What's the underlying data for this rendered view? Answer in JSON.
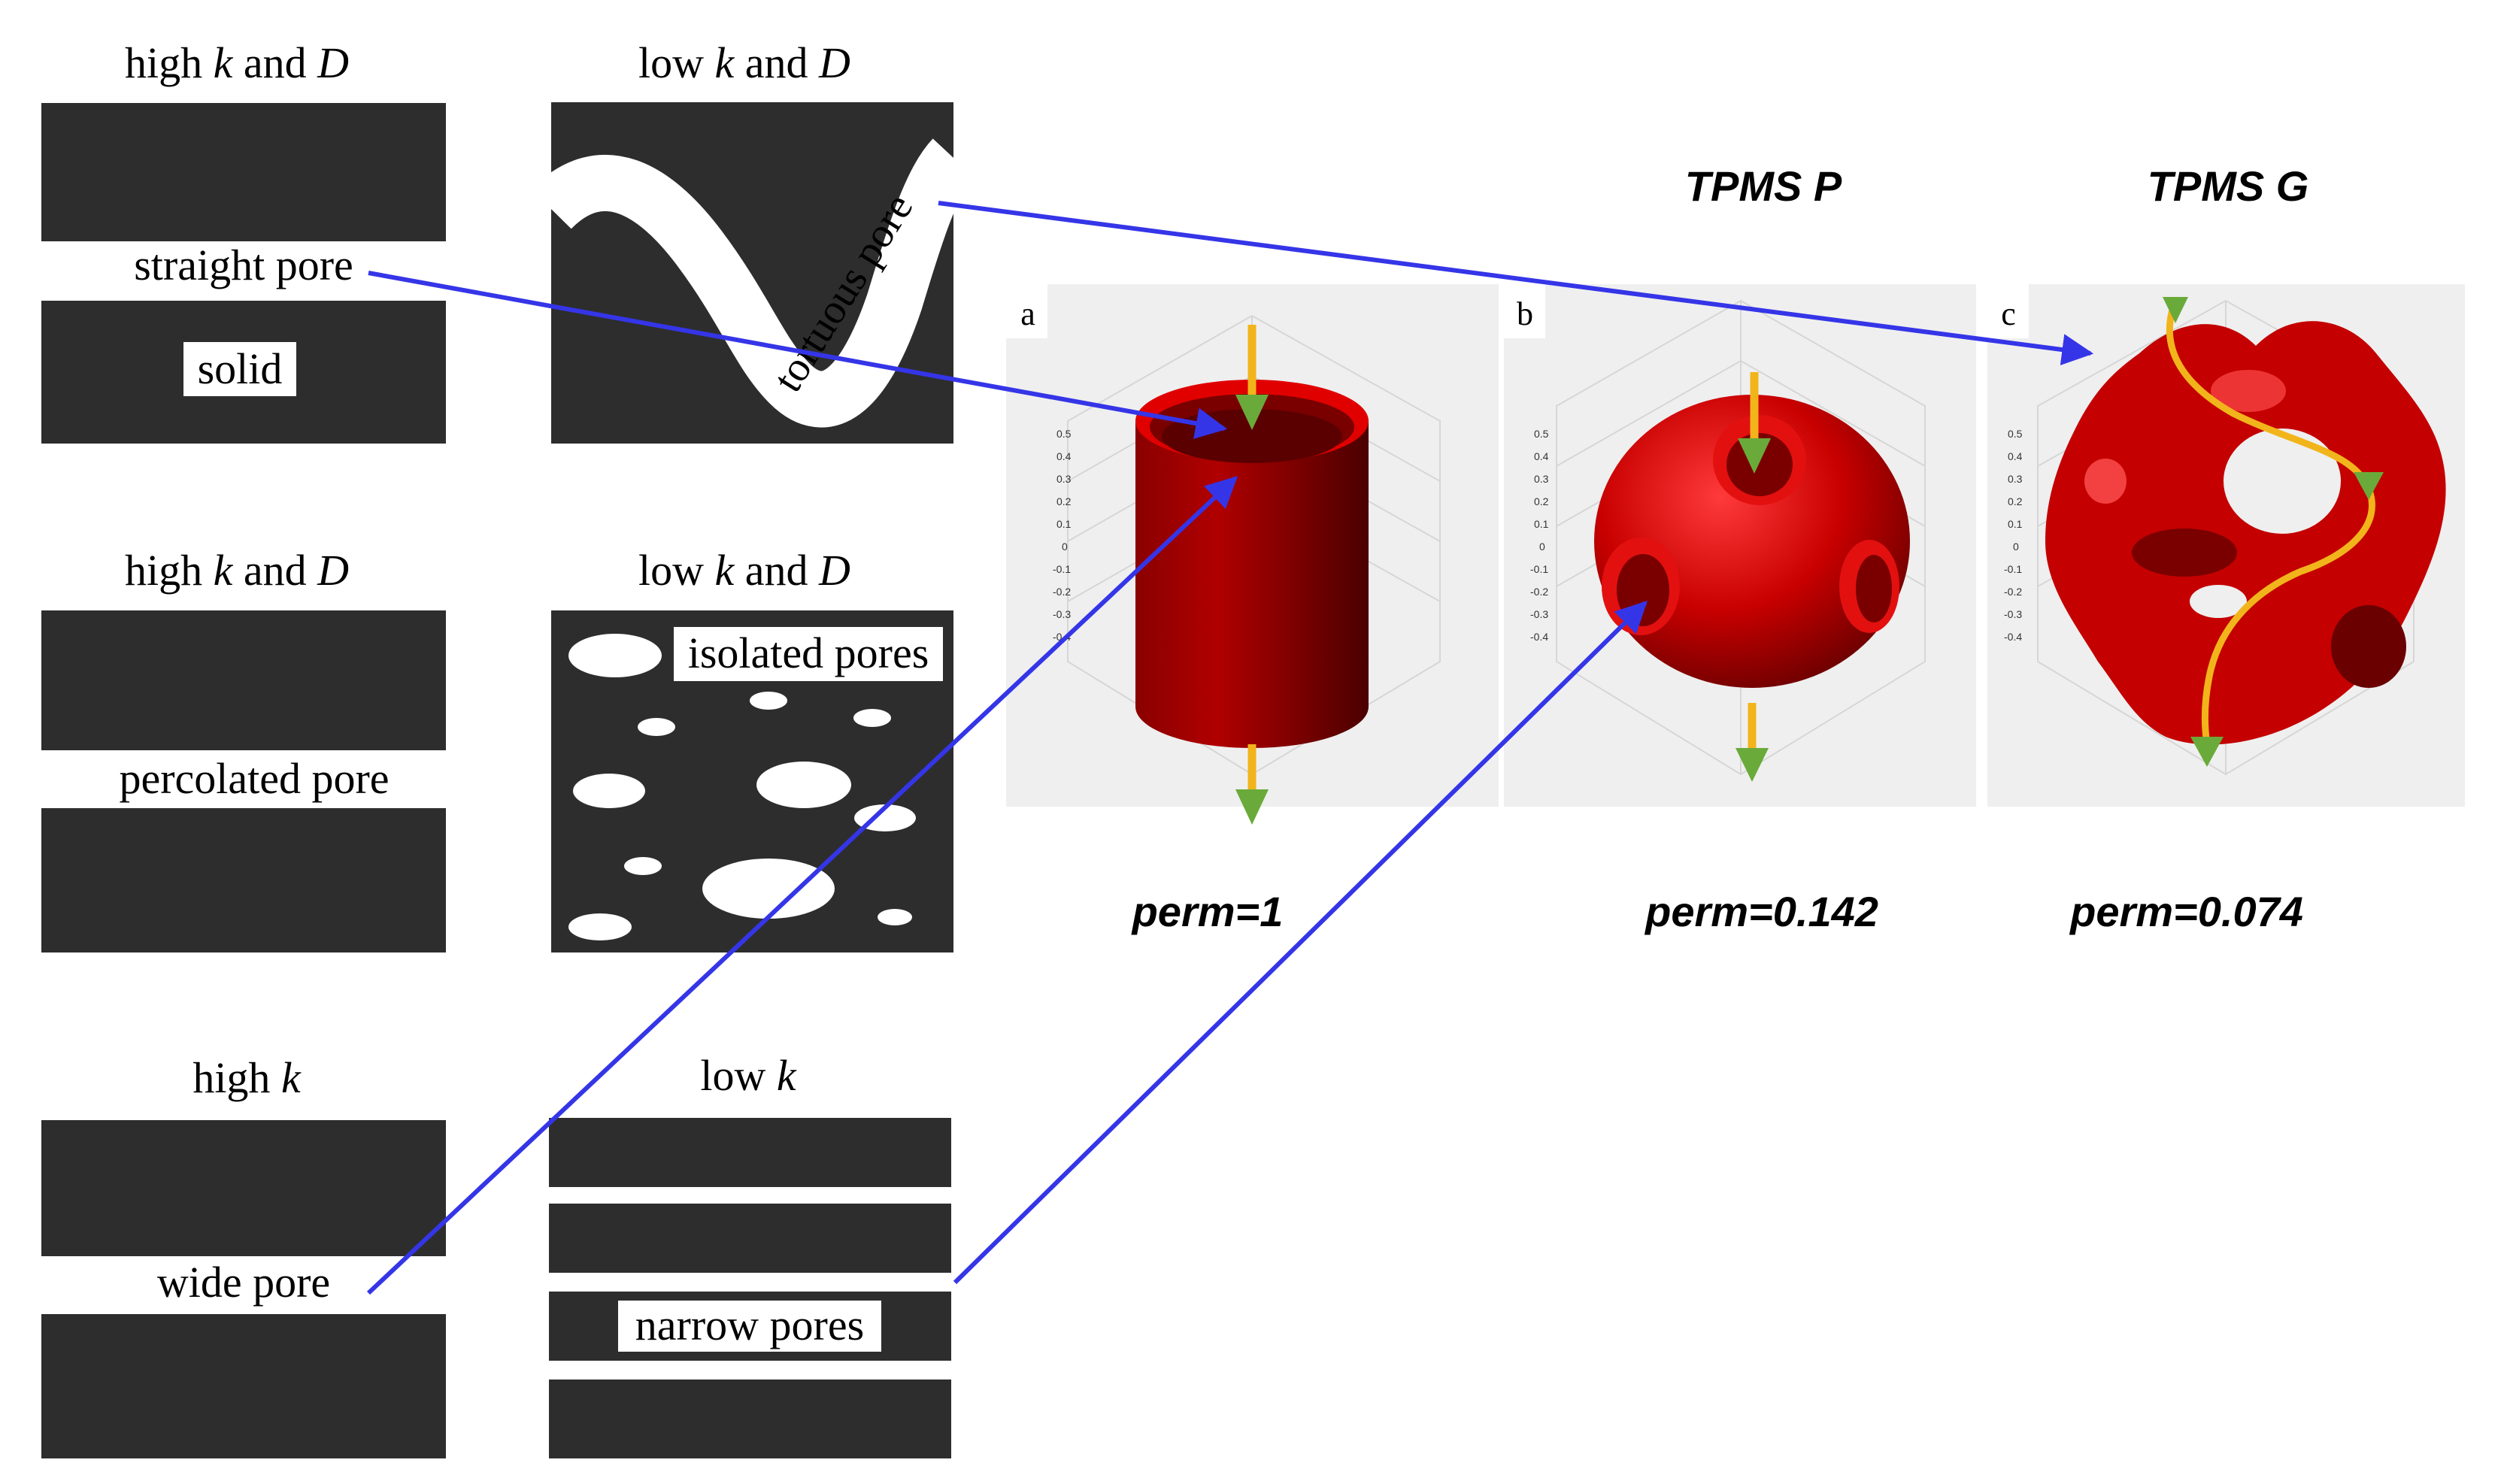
{
  "left_panel": {
    "rows": [
      {
        "left_heading": "high",
        "left_heading_rest": "and",
        "left_var_k": "k",
        "left_var_d": "D",
        "right_heading": "low",
        "right_heading_rest": "and",
        "right_var_k": "k",
        "right_var_d": "D",
        "left_label_1": "straight pore",
        "left_label_2": "solid",
        "right_label": "tortuous pore"
      },
      {
        "left_heading": "high",
        "left_heading_rest": "and",
        "left_var_k": "k",
        "left_var_d": "D",
        "right_heading": "low",
        "right_heading_rest": "and",
        "right_var_k": "k",
        "right_var_d": "D",
        "left_label": "percolated pore",
        "right_label": "isolated pores"
      },
      {
        "left_heading": "high",
        "left_var_k": "k",
        "right_heading": "low",
        "right_var_k": "k",
        "left_label": "wide pore",
        "right_label": "narrow pores"
      }
    ]
  },
  "right_panel": {
    "column_titles": [
      "TPMS P",
      "TPMS G"
    ],
    "panels": [
      {
        "letter": "a",
        "perm": "perm=1"
      },
      {
        "letter": "b",
        "perm": "perm=0.142"
      },
      {
        "letter": "c",
        "perm": "perm=0.074"
      }
    ]
  },
  "colors": {
    "solid_fill": "#2d2d2d",
    "arrow_line": "#3535e8",
    "flow_arrow": "#f2b41b",
    "flow_head": "#6aaa3a",
    "structure_red": "#cc0000",
    "plot_bg": "#efefef"
  }
}
